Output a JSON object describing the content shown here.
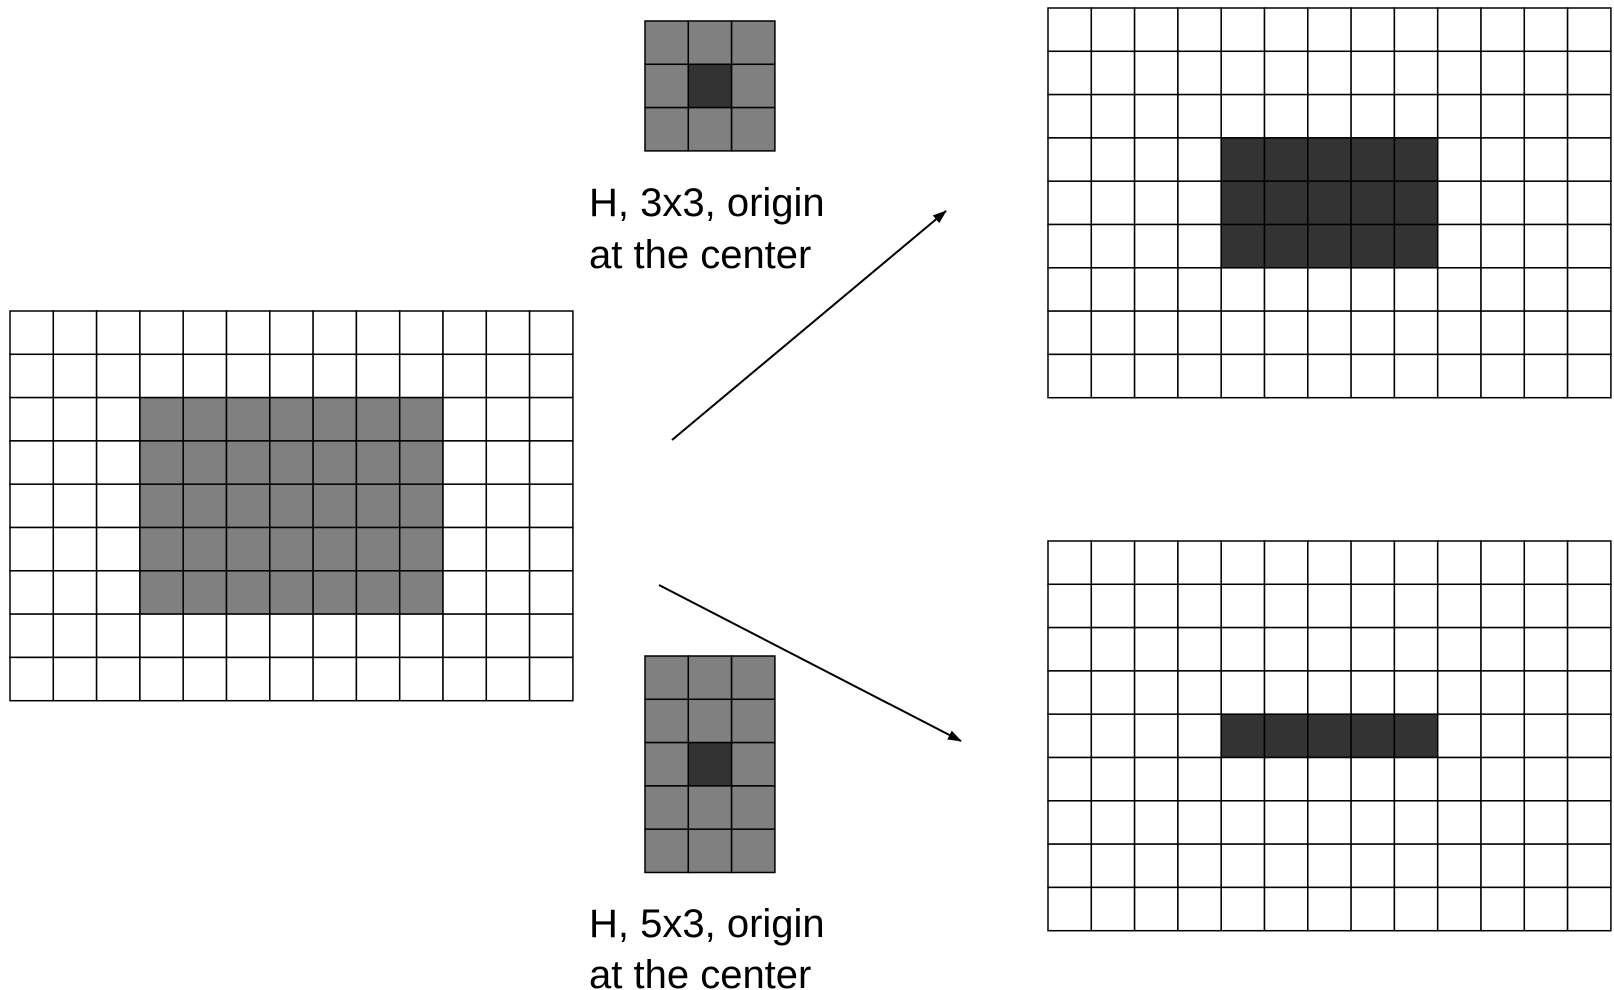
{
  "colors": {
    "background": "#ffffff",
    "grid_line": "#000000",
    "cell_empty": "#ffffff",
    "cell_input": "#808080",
    "cell_kernel": "#808080",
    "cell_origin": "#333333",
    "cell_output": "#333333",
    "arrow": "#000000"
  },
  "input_image": {
    "rows": 9,
    "cols": 13,
    "filled_rows": [
      2,
      3,
      4,
      5,
      6
    ],
    "filled_cols": [
      3,
      4,
      5,
      6,
      7,
      8,
      9
    ]
  },
  "kernel_top": {
    "rows": 3,
    "cols": 3,
    "origin": [
      1,
      1
    ],
    "caption_line1": "H, 3x3, origin",
    "caption_line2": "at the center"
  },
  "kernel_bottom": {
    "rows": 5,
    "cols": 3,
    "origin": [
      2,
      1
    ],
    "caption_line1": "H, 5x3, origin",
    "caption_line2": "at the center"
  },
  "output_top": {
    "rows": 9,
    "cols": 13,
    "filled_rows": [
      3,
      4,
      5
    ],
    "filled_cols": [
      4,
      5,
      6,
      7,
      8
    ]
  },
  "output_bottom": {
    "rows": 9,
    "cols": 13,
    "filled_rows": [
      4
    ],
    "filled_cols": [
      4,
      5,
      6,
      7,
      8
    ]
  }
}
